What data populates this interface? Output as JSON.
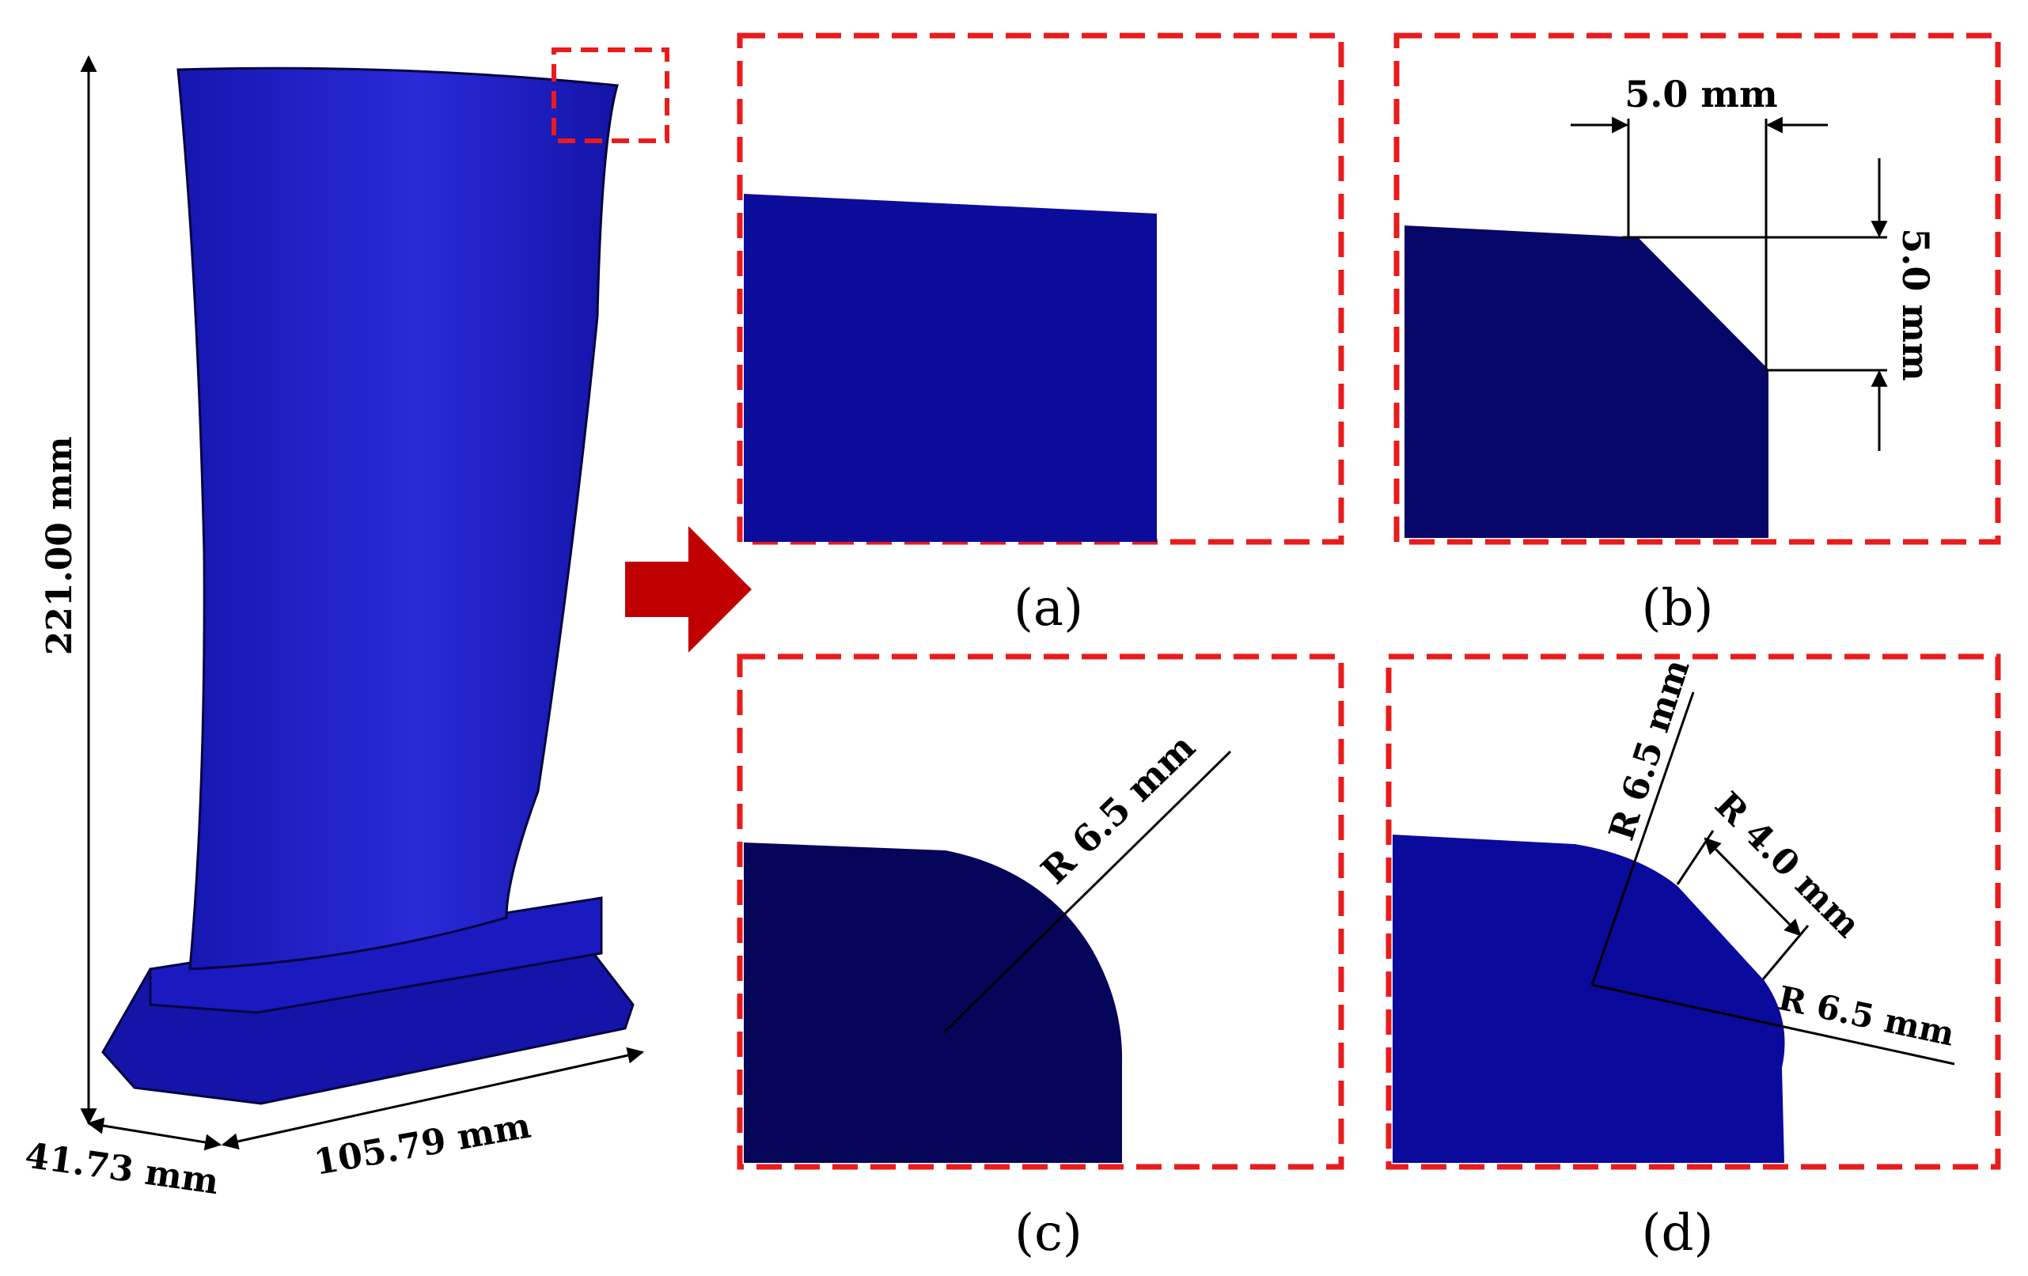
{
  "blade": {
    "height_label": "221.00 mm",
    "width_label": "41.73 mm",
    "length_label": "105.79 mm"
  },
  "panels": {
    "a": {
      "caption": "(a)"
    },
    "b": {
      "caption": "(b)",
      "dim_horizontal": "5.0 mm",
      "dim_vertical": "5.0 mm"
    },
    "c": {
      "caption": "(c)",
      "radius_label": "R 6.5 mm"
    },
    "d": {
      "caption": "(d)",
      "radius_top_label": "R 6.5 mm",
      "radius_mid_label": "R 4.0 mm",
      "radius_bottom_label": "R 6.5 mm"
    }
  },
  "colors": {
    "blade": "#1a1acc",
    "blade_dark": "#0a0a6e",
    "panel_fill_a": "#0c0c9a",
    "panel_fill_b": "#07076a",
    "panel_fill_c": "#05055a",
    "panel_fill_d": "#0a0a9c",
    "dash_border": "#e81c1c",
    "arrow": "#c00000"
  }
}
